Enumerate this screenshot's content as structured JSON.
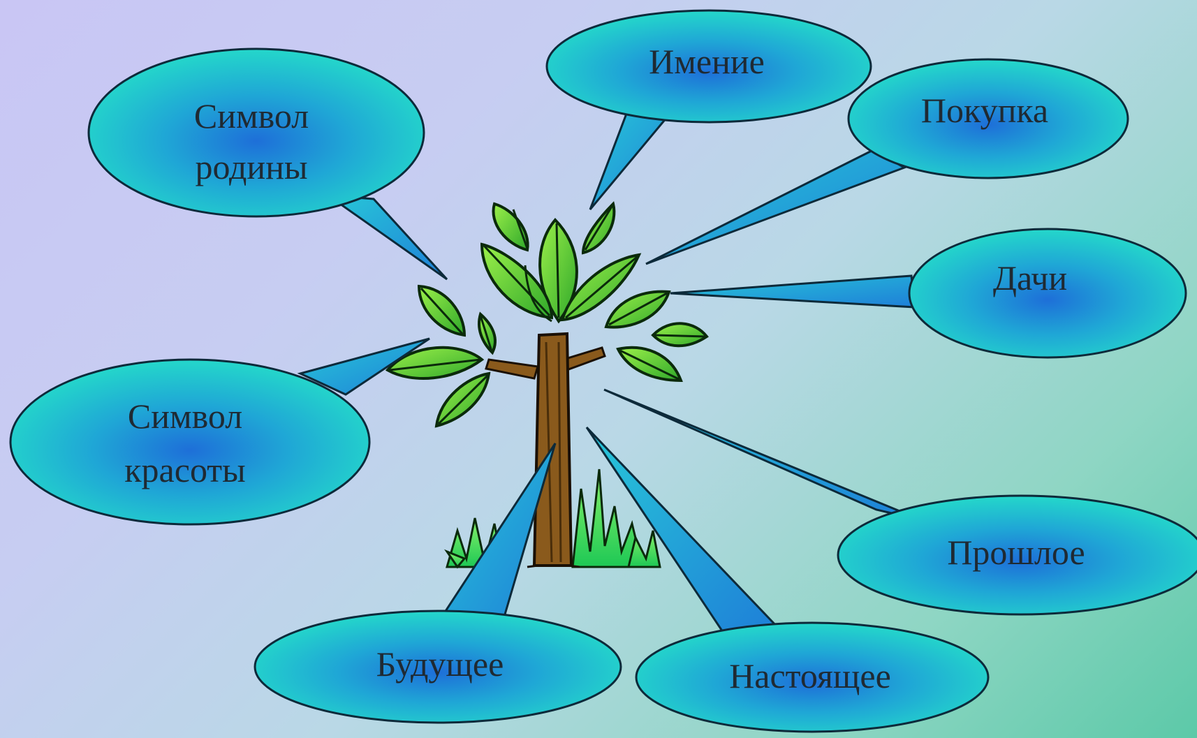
{
  "bubbles": {
    "imenie": "Имение",
    "pokupka": "Покупка",
    "dachi": "Дачи",
    "simvol_rodiny_1": "Символ",
    "simvol_rodiny_2": "родины",
    "simvol_krasoty_1": "Символ",
    "simvol_krasoty_2": "красоты",
    "proshloe": "Прошлое",
    "budushchee": "Будущее",
    "nastoyashchee": "Настоящее"
  }
}
